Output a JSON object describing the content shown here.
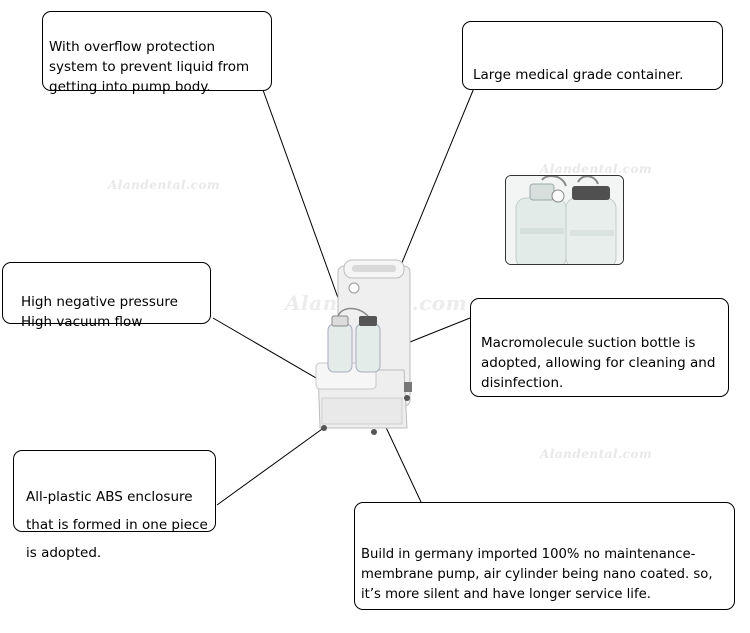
{
  "callouts": {
    "overflow": "With overflow protection\nsystem to prevent liquid from\ngetting into pump body.",
    "container": "Large medical grade container.",
    "pressure": "High negative pressure\nHigh vacuum flow",
    "bottle": "Macromolecule suction bottle is\nadopted, allowing for cleaning and\ndisinfection.",
    "enclosure": "All-plastic ABS enclosure\nthat is formed in one piece\nis adopted.",
    "pump": "Build in germany imported 100% no maintenance-\nmembrane pump, air cylinder being nano coated. so,\nit’s more silent and have longer service life."
  },
  "watermarks": {
    "main": "Alandental.com",
    "small": "Alandental.com"
  },
  "colors": {
    "line": "#000000",
    "device_body": "#efefef",
    "device_edge": "#bdbdbd",
    "bottle_glass": "#e4ecea",
    "cap": "#555555"
  }
}
